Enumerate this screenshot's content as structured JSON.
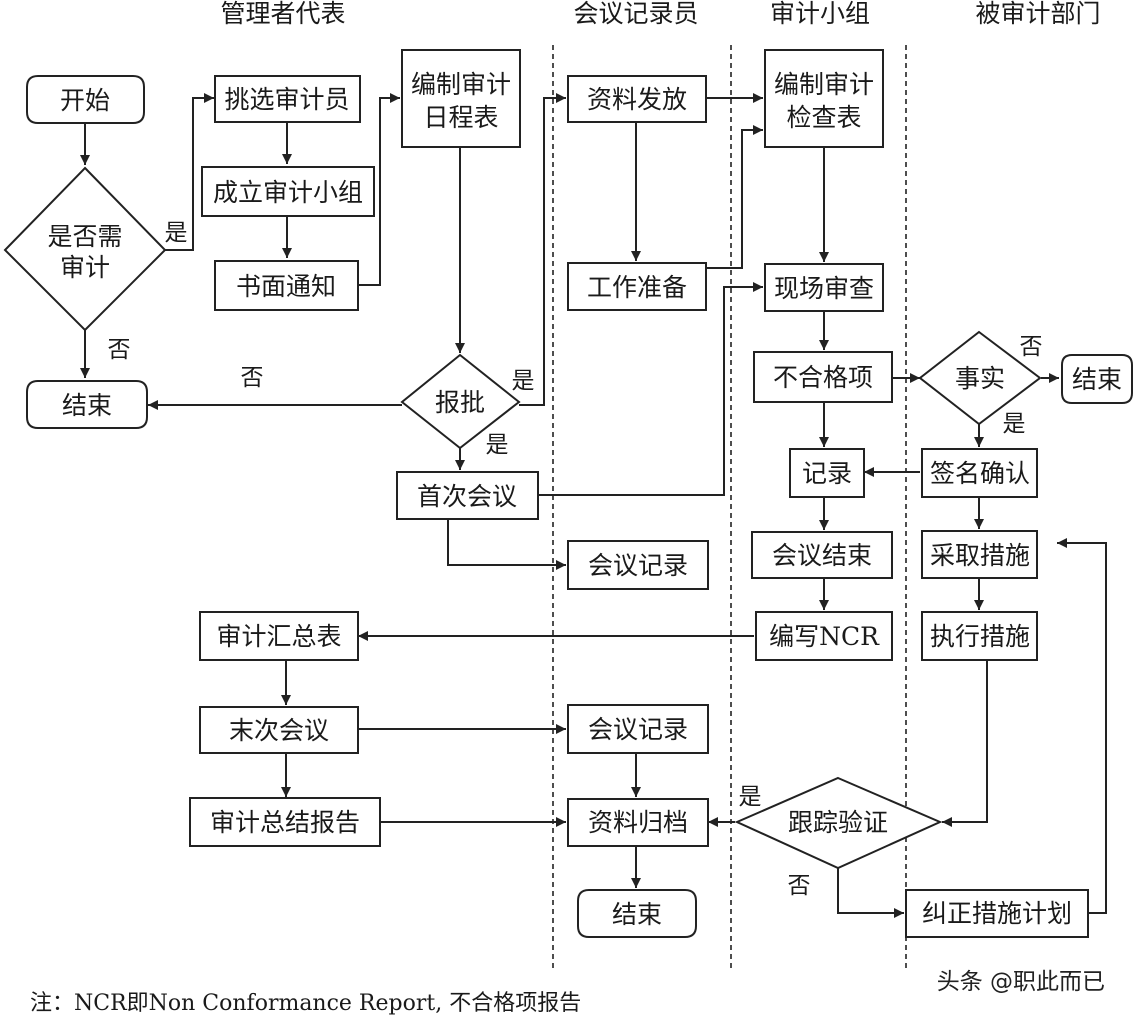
{
  "lanes": {
    "management": "管理者代表",
    "recorder": "会议记录员",
    "audit_team": "审计小组",
    "audited_dept": "被审计部门"
  },
  "nodes": {
    "start": "开始",
    "need_audit": [
      "是否需",
      "审计"
    ],
    "end_left": "结束",
    "select_auditors": "挑选审计员",
    "form_team": "成立审计小组",
    "written_notice": "书面通知",
    "schedule": [
      "编制审计",
      "日程表"
    ],
    "approve": "报批",
    "first_meeting": "首次会议",
    "distribute": "资料发放",
    "prep_work": "工作准备",
    "minutes_1": "会议记录",
    "checklist": [
      "编制审计",
      "检查表"
    ],
    "onsite": "现场审查",
    "nonconform": "不合格项",
    "record": "记录",
    "meeting_end": "会议结束",
    "write_ncr": "编写NCR",
    "fact": "事实",
    "end_right": "结束",
    "sign_confirm": "签名确认",
    "take_action": "采取措施",
    "execute_action": "执行措施",
    "summary_table": "审计汇总表",
    "last_meeting": "末次会议",
    "summary_report": "审计总结报告",
    "minutes_2": "会议记录",
    "archive": "资料归档",
    "end_bottom": "结束",
    "track_verify": "跟踪验证",
    "corrective_plan": "纠正措施计划"
  },
  "edge_labels": {
    "yes": "是",
    "no": "否"
  },
  "note": "注：NCR即Non Conformance Report, 不合格项报告",
  "watermark": "头条 @职此而已"
}
